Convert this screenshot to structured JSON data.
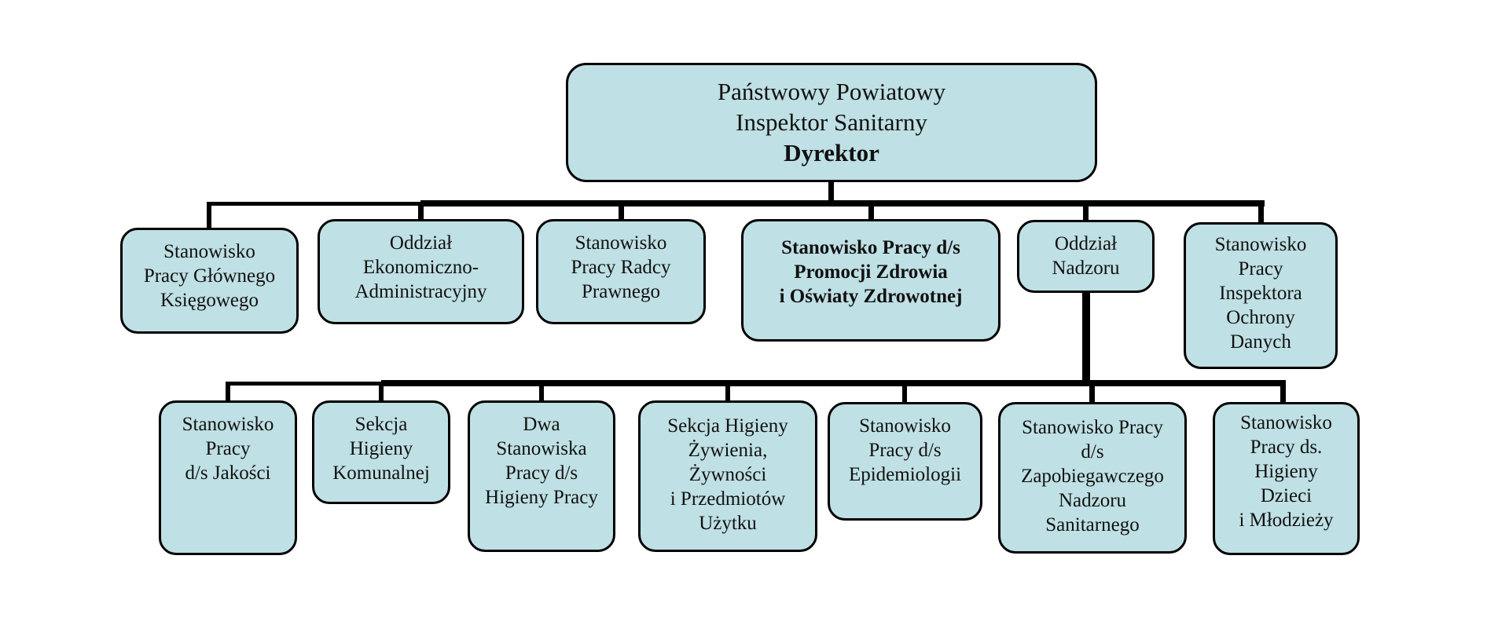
{
  "colors": {
    "background": "#ffffff",
    "box_fill": "#bfe0e4",
    "box_border": "#000000",
    "connector": "#000000",
    "text": "#111111"
  },
  "org": {
    "root": {
      "label": "Państwowy Powiatowy\nInspektor Sanitarny",
      "label_bold": "Dyrektor"
    },
    "level2": [
      {
        "label": "Stanowisko\nPracy Głównego\nKsięgowego"
      },
      {
        "label": "Oddział\nEkonomiczno-\nAdministracyjny"
      },
      {
        "label": "Stanowisko\nPracy Radcy\nPrawnego"
      },
      {
        "label": "Stanowisko Pracy d/s\nPromocji Zdrowia\ni Oświaty Zdrowotnej",
        "bold": true
      },
      {
        "label": "Oddział\nNadzoru"
      },
      {
        "label": "Stanowisko\nPracy\nInspektora\nOchrony\nDanych"
      }
    ],
    "level3": [
      {
        "label": "Stanowisko\nPracy\nd/s Jakości"
      },
      {
        "label": "Sekcja\nHigieny\nKomunalnej"
      },
      {
        "label": "Dwa\nStanowiska\nPracy d/s\nHigieny Pracy"
      },
      {
        "label": "Sekcja Higieny\nŻywienia,\nŻywności\ni Przedmiotów\nUżytku"
      },
      {
        "label": "Stanowisko\nPracy d/s\nEpidemiologii"
      },
      {
        "label": "Stanowisko Pracy\nd/s\nZapobiegawczego\nNadzoru\nSanitarnego"
      },
      {
        "label": "Stanowisko\nPracy ds.\nHigieny\nDzieci\ni Młodzieży"
      }
    ]
  }
}
